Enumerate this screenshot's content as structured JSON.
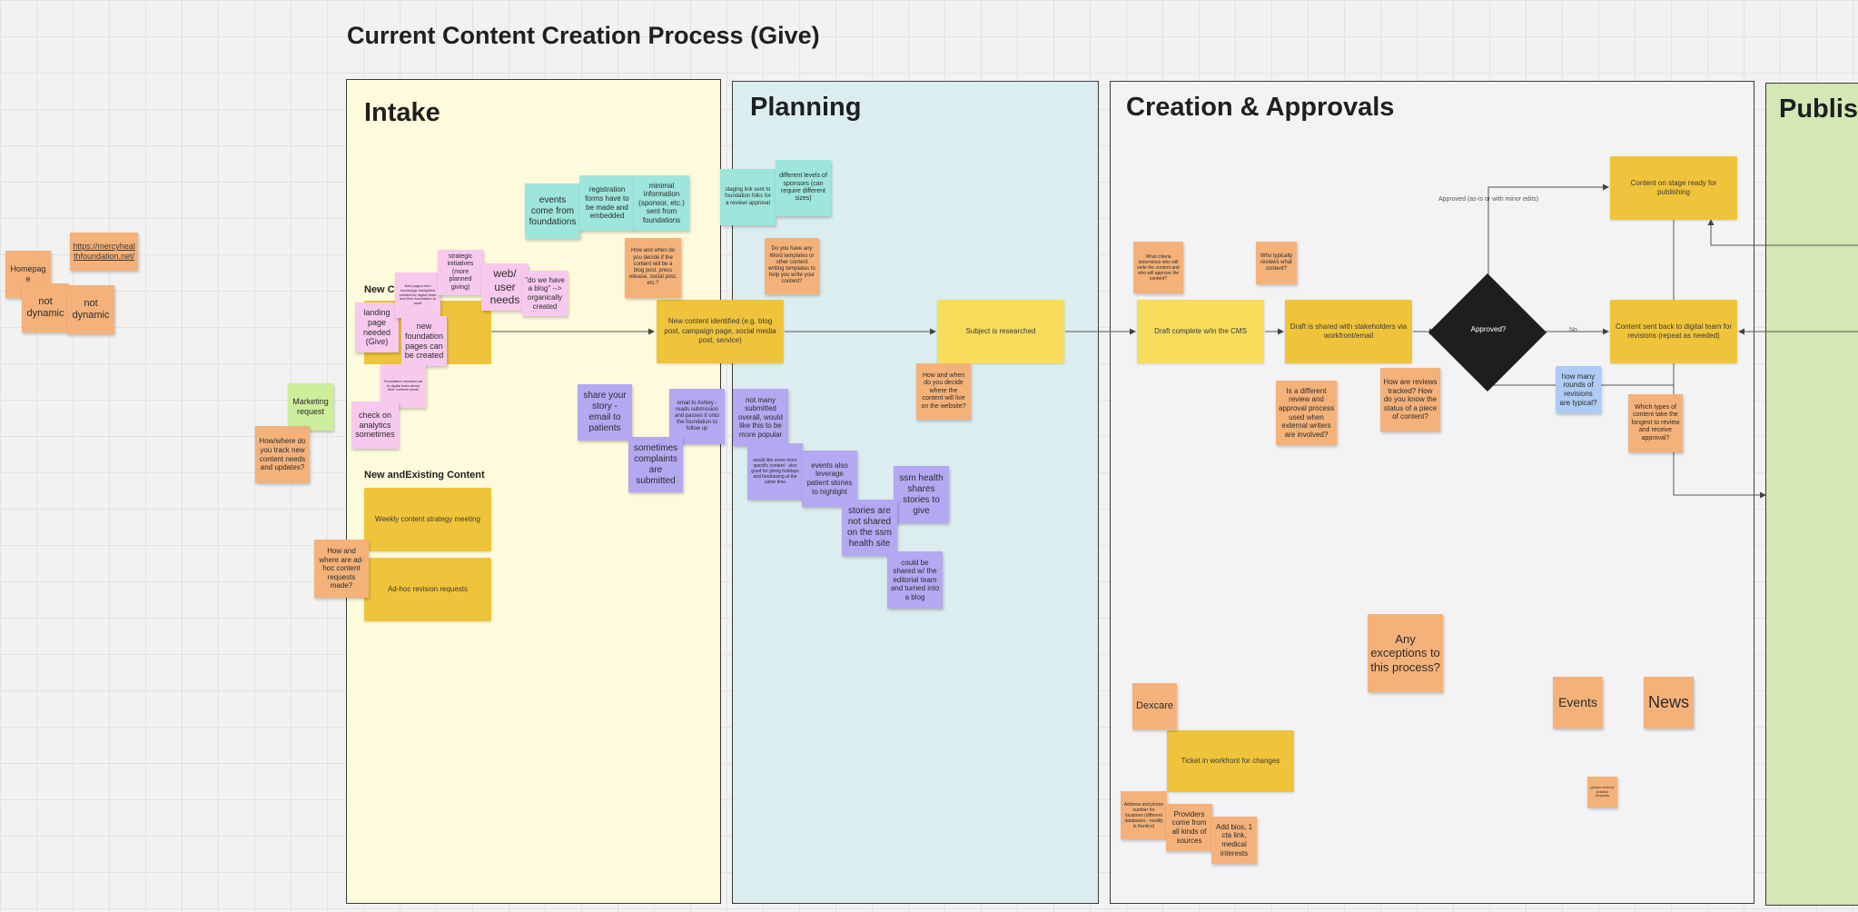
{
  "board": {
    "title": "Current Content Creation Process (Give)",
    "lanes": {
      "intake": "Intake",
      "planning": "Planning",
      "creation": "Creation & Approvals",
      "publish": "Publish"
    },
    "sections": {
      "new_content": "New Co",
      "new_existing": "New andExisting Content"
    }
  },
  "process": {
    "weekly": "Weekly content strategy meeting",
    "adhoc": "Ad-hoc revision requests",
    "identified": "New content identified (e.g. blog post, campaign page, social media post, service)",
    "researched": "Subject is researched",
    "draft": "Draft complete w/in the CMS",
    "shared": "Draft is shared with stakeholders via workfront/email",
    "approved_q": "Approved?",
    "staged": "Content on stage ready for publishing",
    "sent_back": "Content sent back to digital team for revisions (repeat as needed)",
    "ticket": "Ticket in workfront for changes"
  },
  "edges": {
    "approved_label": "Approved (as-is or with minor edits)",
    "no_label": "No"
  },
  "notes": {
    "homepage": "Homepage",
    "link": "https://mercyhealthfoundation.net/",
    "not_dynamic_1": "not dynamic",
    "not_dynamic_2": "not dynamic",
    "marketing_request": "Marketing request",
    "track": "How/where do you track new content needs and updates?",
    "adhoc_q": "How and where are ad-hoc content requests made?",
    "landing": "landing page needed (Give)",
    "new_pages_tiny": "New pages from homepage navigation created for digital team and then foundation to audit",
    "strategic": "strategic initiatives (more planned giving)",
    "web_user": "web/ user needs",
    "organic": "\"do we have a blog\" --> organically created",
    "new_foundation": "new foundation pages can be created",
    "foundation_tiny": "Foundation reached out to digital team about their content needs",
    "analytics": "check on analytics sometimes",
    "events_found": "events come from foundations",
    "registration": "registration forms have to be made and embedded",
    "minimal": "minimal information (sponsor, etc.) sent from foundations",
    "decide": "How and when do you decide if the content will be a blog post, press release, social post, etc.?",
    "staging": "staging link sent to foundation folks for a review/ approval",
    "levels": "different levels of sponsors (can require different sizes)",
    "templates": "Do you have any Word templates or other content writing templates to help you write your content?",
    "share_story": "share your story - email to patients",
    "email_ashley": "email to Ashley - reads submission and passes it onto the foundation to follow up",
    "complaints": "sometimes complaints are submitted",
    "not_many": "not many submitted overall, would like this to be more popular",
    "would_like": "would like some more specific content - also good for giving holidays and fundraising at the same time",
    "events_leverage": "events also leverage patient stories to highlight",
    "ssm_shares": "ssm health shares stories to give",
    "not_shared": "stories are not shared on the ssm health site",
    "editorial": "could be shared w/ the editorial team and turned into a blog",
    "live": "How and when do you decide where the content will live on the website?",
    "criteria": "What criteria determines who will write the content and who will approve the content?",
    "reviews": "Who typically reviews what content?",
    "external": "Is a different review and approval process used when external writers are involved?",
    "tracked": "How are reviews tracked? How do you know the status of a piece of content?",
    "rounds": "how many rounds of revisions are typical?",
    "types_longest": "Which types of content take the longest to review and receive approval?",
    "exceptions": "Any exceptions to this process?",
    "dexcare": "Dexcare",
    "events": "Events",
    "news": "News",
    "person_tiny": "person review/ publish requests",
    "address": "Address and phone number for locations (different databases - modify in Kentico)",
    "providers": "Providers come from all kinds of sources",
    "bios": "Add bios, 1 cta link, medical interests"
  }
}
